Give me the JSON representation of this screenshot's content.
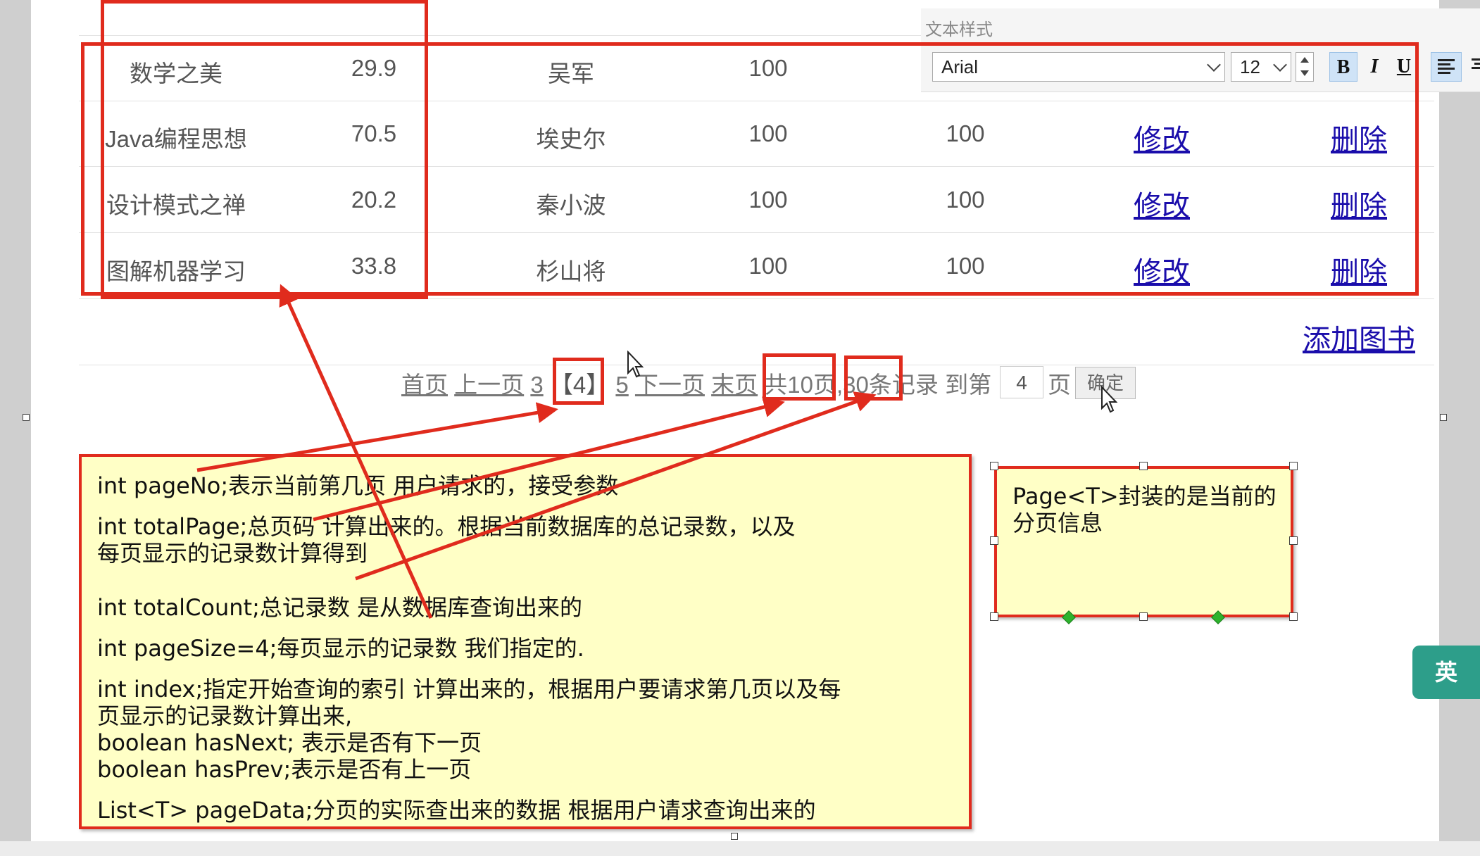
{
  "table": {
    "rows": [
      {
        "name": "数学之美",
        "price": "29.9",
        "author": "吴军",
        "col4": "100",
        "col5": ""
      },
      {
        "name": "Java编程思想",
        "price": "70.5",
        "author": "埃史尔",
        "col4": "100",
        "col5": "100",
        "edit": "修改",
        "del": "删除"
      },
      {
        "name": "设计模式之禅",
        "price": "20.2",
        "author": "秦小波",
        "col4": "100",
        "col5": "100",
        "edit": "修改",
        "del": "删除"
      },
      {
        "name": "图解机器学习",
        "price": "33.8",
        "author": "杉山将",
        "col4": "100",
        "col5": "100",
        "edit": "修改",
        "del": "删除"
      }
    ],
    "add_book": "添加图书"
  },
  "pager": {
    "first": "首页",
    "prev": "上一页",
    "p3": "3",
    "current": "【4】",
    "p5": "5",
    "next": "下一页",
    "last": "末页",
    "total_pages": "共10页",
    "sep": ",",
    "total_records": "30条记录",
    "goto_prefix": "到第",
    "goto_value": "4",
    "goto_suffix": "页",
    "confirm": "确定"
  },
  "toolbar": {
    "title": "文本样式",
    "font": "Arial",
    "size": "12",
    "bold": "B",
    "italic": "I",
    "underline": "U"
  },
  "note_main": {
    "lines": [
      "int pageNo;表示当前第几页        用户请求的，接受参数",
      "int totalPage;总页码              计算出来的。根据当前数据库的总记录数，以及",
      "每页显示的记录数计算得到",
      "int  totalCount;总记录数             是从数据库查询出来的",
      "int  pageSize=4;每页显示的记录数    我们指定的.",
      "int  index;指定开始查询的索引          计算出来的，根据用户要请求第几页以及每",
      "页显示的记录数计算出来,",
      "boolean  hasNext; 表示是否有下一页",
      "boolean  hasPrev;表示是否有上一页",
      "List<T>  pageData;分页的实际查出来的数据        根据用户请求查询出来的"
    ]
  },
  "note_side": {
    "lines": [
      "Page<T>封装的是当前的",
      "分页信息"
    ]
  },
  "ime": {
    "label": "英"
  },
  "colors": {
    "annotation_red": "#e02b1d",
    "note_bg": "#ffffc6",
    "link_blue": "#1a0dab"
  }
}
